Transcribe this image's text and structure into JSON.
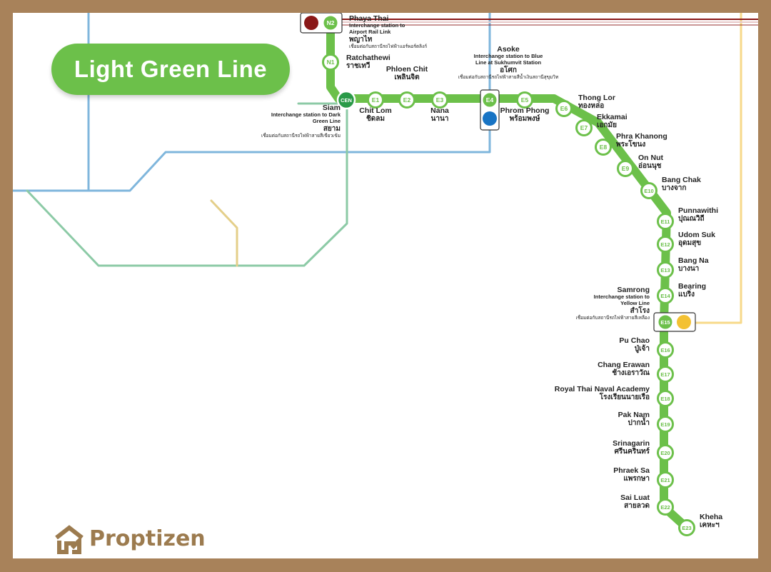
{
  "title": "Light Green Line",
  "brand": "Proptizen",
  "colors": {
    "line": "#6cc04a",
    "line_dark": "#2a9a48",
    "blue_line": "#7fb6dc",
    "dark_green_line": "#8ccaa6",
    "yellow_line": "#f7d98a",
    "gold_line": "#e4cf8a",
    "airport_link": "#8a1818",
    "blue_dot": "#1874c4",
    "yellow_dot": "#f3c132",
    "frame": "#a8825a"
  },
  "stations": [
    {
      "code": "N2",
      "en": "Phaya Thai",
      "th": "พญาไท",
      "note": "Interchange station to Airport Rail Link",
      "note_th": "เชื่อมต่อกับสถานีรถไฟฟ้าแอร์พอร์ตลิงก์"
    },
    {
      "code": "N1",
      "en": "Ratchathewi",
      "th": "ราชเทวี"
    },
    {
      "code": "CEN",
      "en": "Siam",
      "th": "สยาม",
      "note": "Interchange station to Dark Green Line",
      "note_th": "เชื่อมต่อกับสถานีรถไฟฟ้าสายสีเขียวเข้ม"
    },
    {
      "code": "E1",
      "en": "Chit Lom",
      "th": "ชิดลม"
    },
    {
      "code": "E2",
      "en": "Phloen Chit",
      "th": "เพลินจิต"
    },
    {
      "code": "E3",
      "en": "Nana",
      "th": "นานา"
    },
    {
      "code": "E4",
      "en": "Asoke",
      "th": "อโศก",
      "note": "Interchange station to Blue Line at Sukhumvit Station",
      "note_th": "เชื่อมต่อกับสถานีรถไฟฟ้าสายสีน้ำเงินสถานีสุขุมวิท"
    },
    {
      "code": "E5",
      "en": "Phrom Phong",
      "th": "พร้อมพงษ์"
    },
    {
      "code": "E6",
      "en": "Thong Lor",
      "th": "ทองหล่อ"
    },
    {
      "code": "E7",
      "en": "Ekkamai",
      "th": "เอกมัย"
    },
    {
      "code": "E8",
      "en": "Phra Khanong",
      "th": "พระโขนง"
    },
    {
      "code": "E9",
      "en": "On Nut",
      "th": "อ่อนนุช"
    },
    {
      "code": "E10",
      "en": "Bang Chak",
      "th": "บางจาก"
    },
    {
      "code": "E11",
      "en": "Punnawithi",
      "th": "ปุณณวิถี"
    },
    {
      "code": "E12",
      "en": "Udom Suk",
      "th": "อุดมสุข"
    },
    {
      "code": "E13",
      "en": "Bang Na",
      "th": "บางนา"
    },
    {
      "code": "E14",
      "en": "Bearing",
      "th": "แบริ่ง"
    },
    {
      "code": "E15",
      "en": "Samrong",
      "th": "สำโรง",
      "note": "Interchange station to Yellow Line",
      "note_th": "เชื่อมต่อกับสถานีรถไฟฟ้าสายสีเหลือง"
    },
    {
      "code": "E16",
      "en": "Pu Chao",
      "th": "ปู่เจ้า"
    },
    {
      "code": "E17",
      "en": "Chang Erawan",
      "th": "ช้างเอราวัณ"
    },
    {
      "code": "E18",
      "en": "Royal Thai Naval Academy",
      "th": "โรงเรียนนายเรือ"
    },
    {
      "code": "E19",
      "en": "Pak Nam",
      "th": "ปากน้ำ"
    },
    {
      "code": "E20",
      "en": "Srinagarin",
      "th": "ศรีนครินทร์"
    },
    {
      "code": "E21",
      "en": "Phraek Sa",
      "th": "แพรกษา"
    },
    {
      "code": "E22",
      "en": "Sai Luat",
      "th": "สายลวด"
    },
    {
      "code": "E23",
      "en": "Kheha",
      "th": "เคหะฯ"
    }
  ]
}
